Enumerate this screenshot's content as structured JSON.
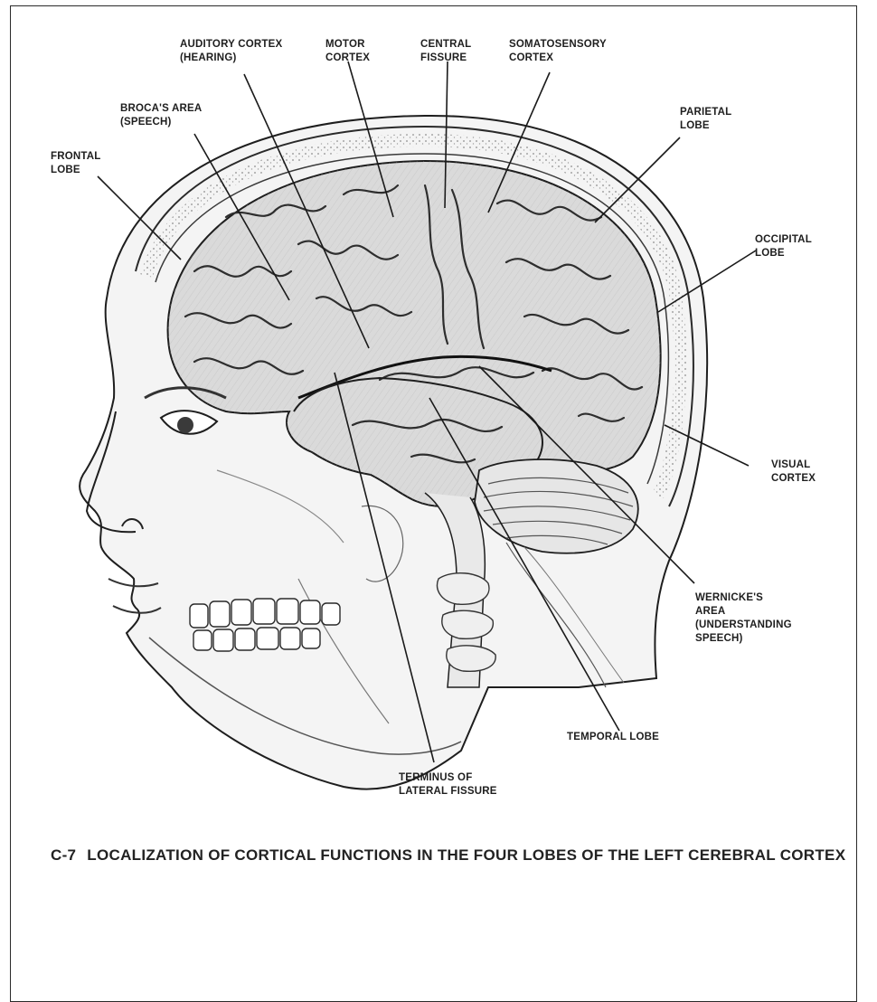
{
  "labels": {
    "auditory_cortex": "AUDITORY CORTEX\n(HEARING)",
    "motor_cortex": "MOTOR\nCORTEX",
    "central_fissure": "CENTRAL\nFISSURE",
    "somatosensory_cortex": "SOMATOSENSORY\nCORTEX",
    "brocas_area": "BROCA'S AREA\n(SPEECH)",
    "parietal_lobe": "PARIETAL\nLOBE",
    "frontal_lobe": "FRONTAL\nLOBE",
    "occipital_lobe": "OCCIPITAL\nLOBE",
    "visual_cortex": "VISUAL\nCORTEX",
    "wernickes_area": "WERNICKE'S\nAREA\n(UNDERSTANDING\nSPEECH)",
    "temporal_lobe": "TEMPORAL LOBE",
    "terminus_lateral_fissure": "TERMINUS OF\nLATERAL FISSURE"
  },
  "caption": {
    "number": "C-7",
    "text": "LOCALIZATION OF CORTICAL FUNCTIONS IN THE FOUR LOBES OF THE LEFT CEREBRAL CORTEX"
  },
  "colors": {
    "ink": "#1e1e1e",
    "brain_fill": "#d9d9d9",
    "skin_fill": "#f4f4f4"
  }
}
